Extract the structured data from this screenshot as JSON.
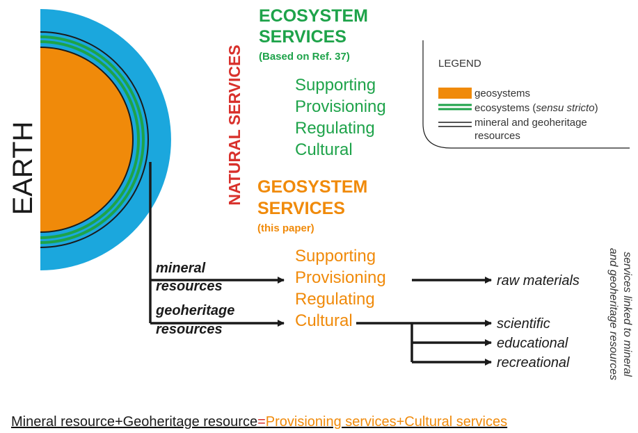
{
  "earth_label": "EARTH",
  "natural_services": "NATURAL SERVICES",
  "ecosystem": {
    "title_line1": "ECOSYSTEM",
    "title_line2": "SERVICES",
    "subtitle": "(Based on Ref. 37)",
    "services": [
      "Supporting",
      "Provisioning",
      "Regulating",
      "Cultural"
    ]
  },
  "geosystem": {
    "title_line1": "GEOSYSTEM",
    "title_line2": "SERVICES",
    "subtitle": "(this paper)",
    "services": [
      "Supporting",
      "Provisioning",
      "Regulating",
      "Cultural"
    ]
  },
  "legend": {
    "title": "LEGEND",
    "items": [
      {
        "swatch": "orange-block",
        "label": "geosystems"
      },
      {
        "swatch": "green-double-line",
        "label_prefix": "ecosystems (",
        "label_italic": "sensu stricto",
        "label_suffix": ")"
      },
      {
        "swatch": "black-double-line",
        "label_line1": "mineral and geoheritage",
        "label_line2": "resources"
      }
    ]
  },
  "resources": {
    "mineral_line1": "mineral",
    "mineral_line2": "resources",
    "geoheritage_line1": "geoheritage",
    "geoheritage_line2": "resources"
  },
  "outputs": {
    "raw_materials": "raw materials",
    "scientific": "scientific",
    "educational": "educational",
    "recreational": "recreational"
  },
  "side_note_line1": "services linked to mineral",
  "side_note_line2": "and geoheritage resources",
  "equation": {
    "left": "Mineral resource+Geoheritage resource",
    "equals": "=",
    "right": "Provisioning services+Cultural services"
  },
  "colors": {
    "ocean_blue": "#1ba7dd",
    "geosystem_orange": "#f08a0a",
    "ecosystem_green": "#1ea34a",
    "natural_red": "#d8302b",
    "line_black": "#1a1a1a"
  }
}
